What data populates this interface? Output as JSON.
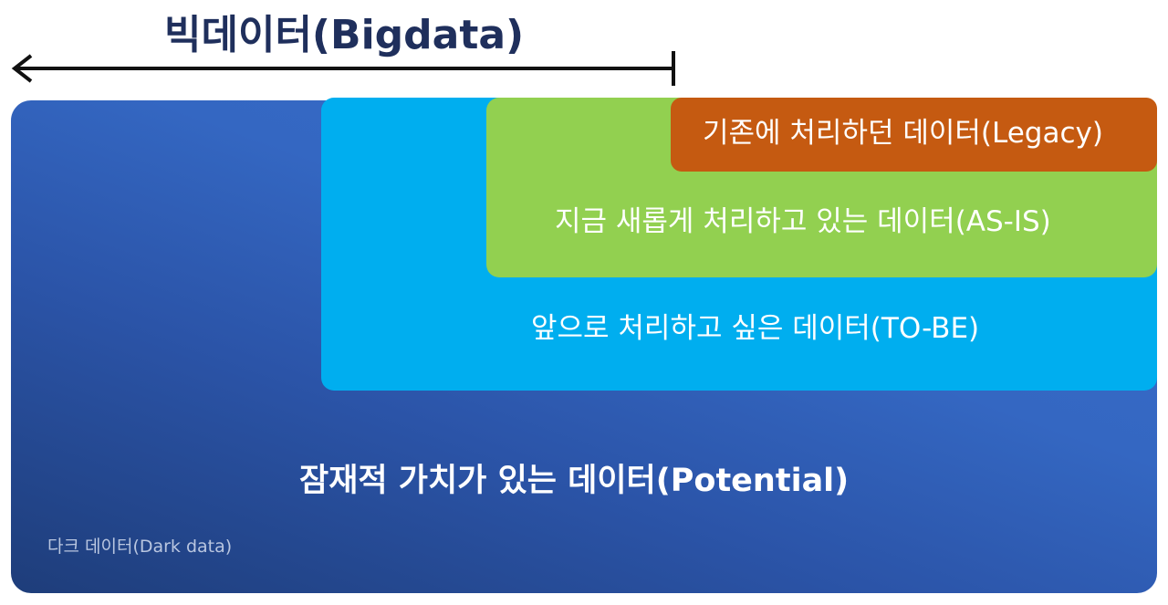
{
  "title": "빅데이터(Bigdata)",
  "regions": {
    "dark": "다크 데이터(Dark data)",
    "potential": "잠재적 가치가 있는 데이터(Potential)",
    "tobe": "앞으로 처리하고 싶은 데이터(TO-BE)",
    "asis": "지금 새롭게 처리하고 있는 데이터(AS-IS)",
    "legacy": "기존에 처리하던 데이터(Legacy)"
  },
  "colors": {
    "title": "#1f2f5c",
    "dark_region": "#2b54a8",
    "tobe_region": "#00aeef",
    "asis_region": "#92d050",
    "legacy_region": "#c55a11",
    "arrow": "#111111"
  },
  "icons": {
    "scope_arrow": "left-arrow-icon"
  }
}
